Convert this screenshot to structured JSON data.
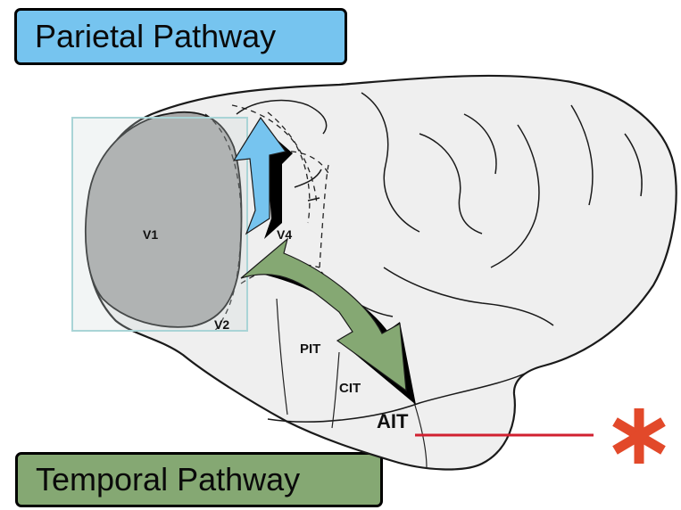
{
  "labels": {
    "parietal_pathway": "Parietal Pathway",
    "temporal_pathway": "Temporal Pathway",
    "v1": "V1",
    "v2": "V2",
    "v4": "V4",
    "pit": "PIT",
    "cit": "CIT",
    "ait": "AIT"
  },
  "colors": {
    "parietal": "#76c4ef",
    "temporal": "#85a873",
    "brain_fill": "#efefef",
    "v1_fill": "#a7a7a7",
    "highlight_border": "#a9d4d6",
    "recording_line": "#d12030",
    "marker": "#e2492a"
  },
  "marker_icon": "asterisk-icon"
}
